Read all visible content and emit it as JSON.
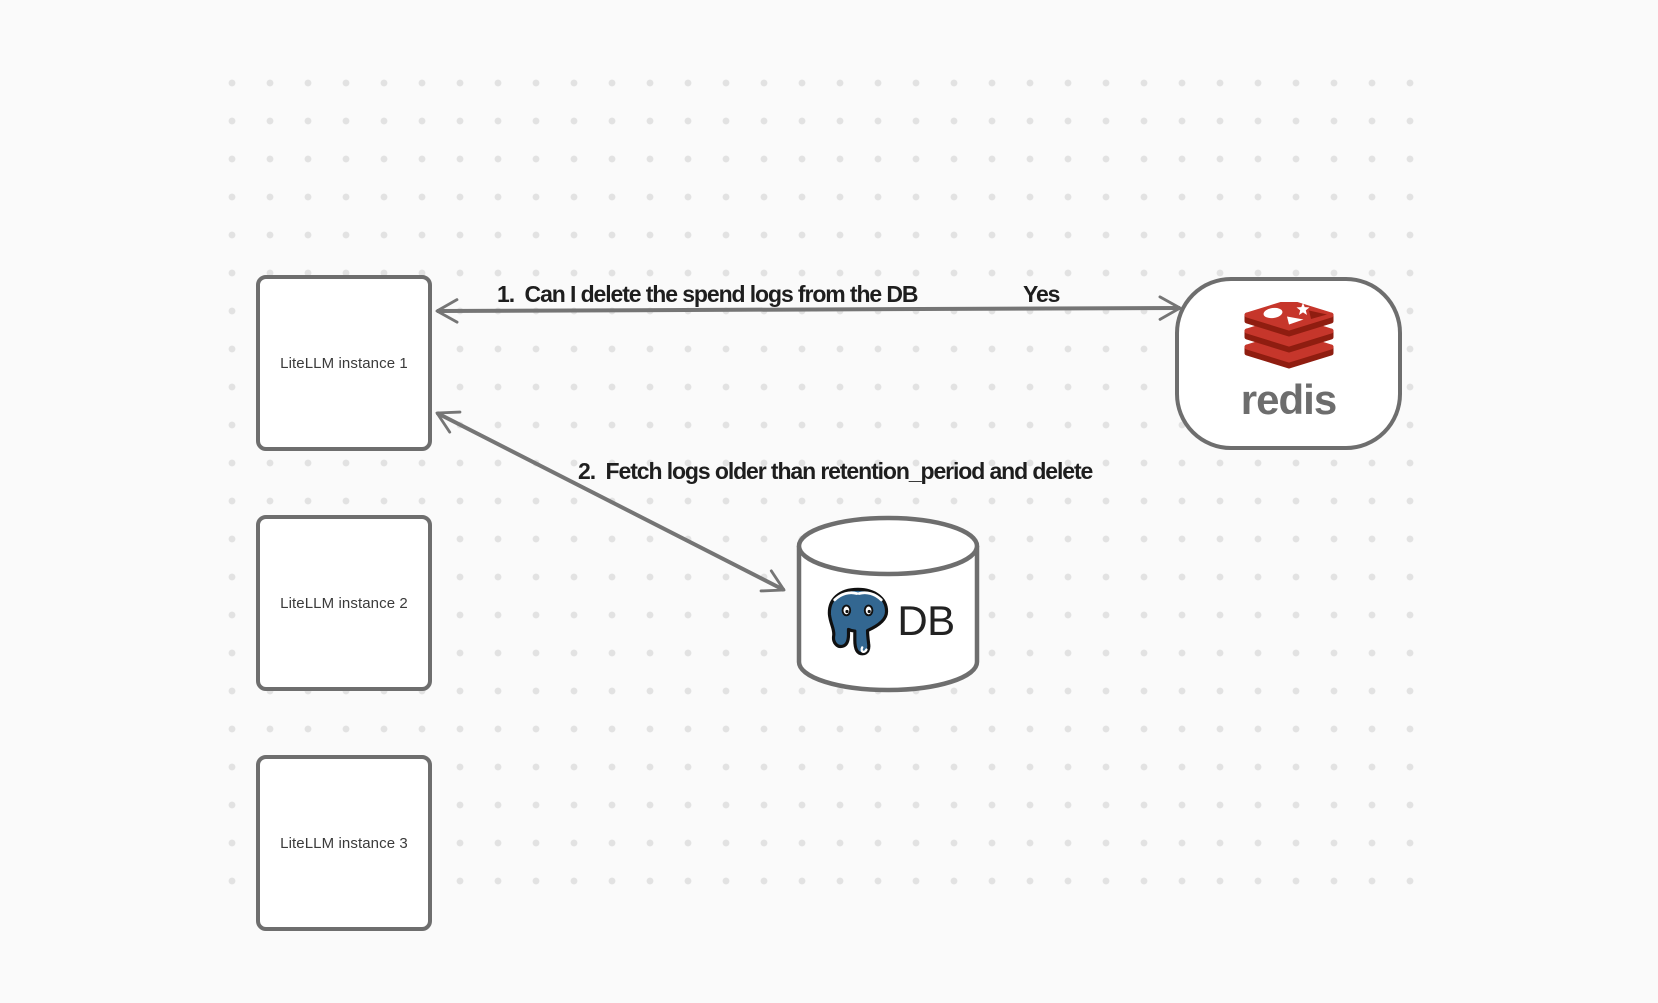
{
  "canvas": {
    "background_color": "#fafafa",
    "dot_color": "#e2e2e2"
  },
  "nodes": {
    "instances": [
      {
        "label": "LiteLLM instance 1"
      },
      {
        "label": "LiteLLM instance 2"
      },
      {
        "label": "LiteLLM instance 3"
      }
    ],
    "redis": {
      "wordmark": "redis"
    },
    "db": {
      "label": "DB"
    }
  },
  "edges": [
    {
      "label": "1.  Can I delete the spend logs from the DB",
      "reply": "Yes",
      "from": "LiteLLM instance 1",
      "to": "redis",
      "style": "double-headed"
    },
    {
      "label": "2.  Fetch logs older than retention_period and delete",
      "from": "LiteLLM instance 1",
      "to": "DB",
      "style": "double-headed"
    }
  ],
  "colors": {
    "shape_stroke": "#6e6e6e",
    "arrow_stroke": "#757575",
    "edge_label_text": "#1e1e1e",
    "node_text": "#3b3b3b",
    "redis_red": "#c6362b",
    "redis_dark_red": "#8f1d10",
    "redis_wordmark_gray": "#6d6d6d",
    "postgres_blue": "#336791",
    "db_text": "#222222"
  }
}
